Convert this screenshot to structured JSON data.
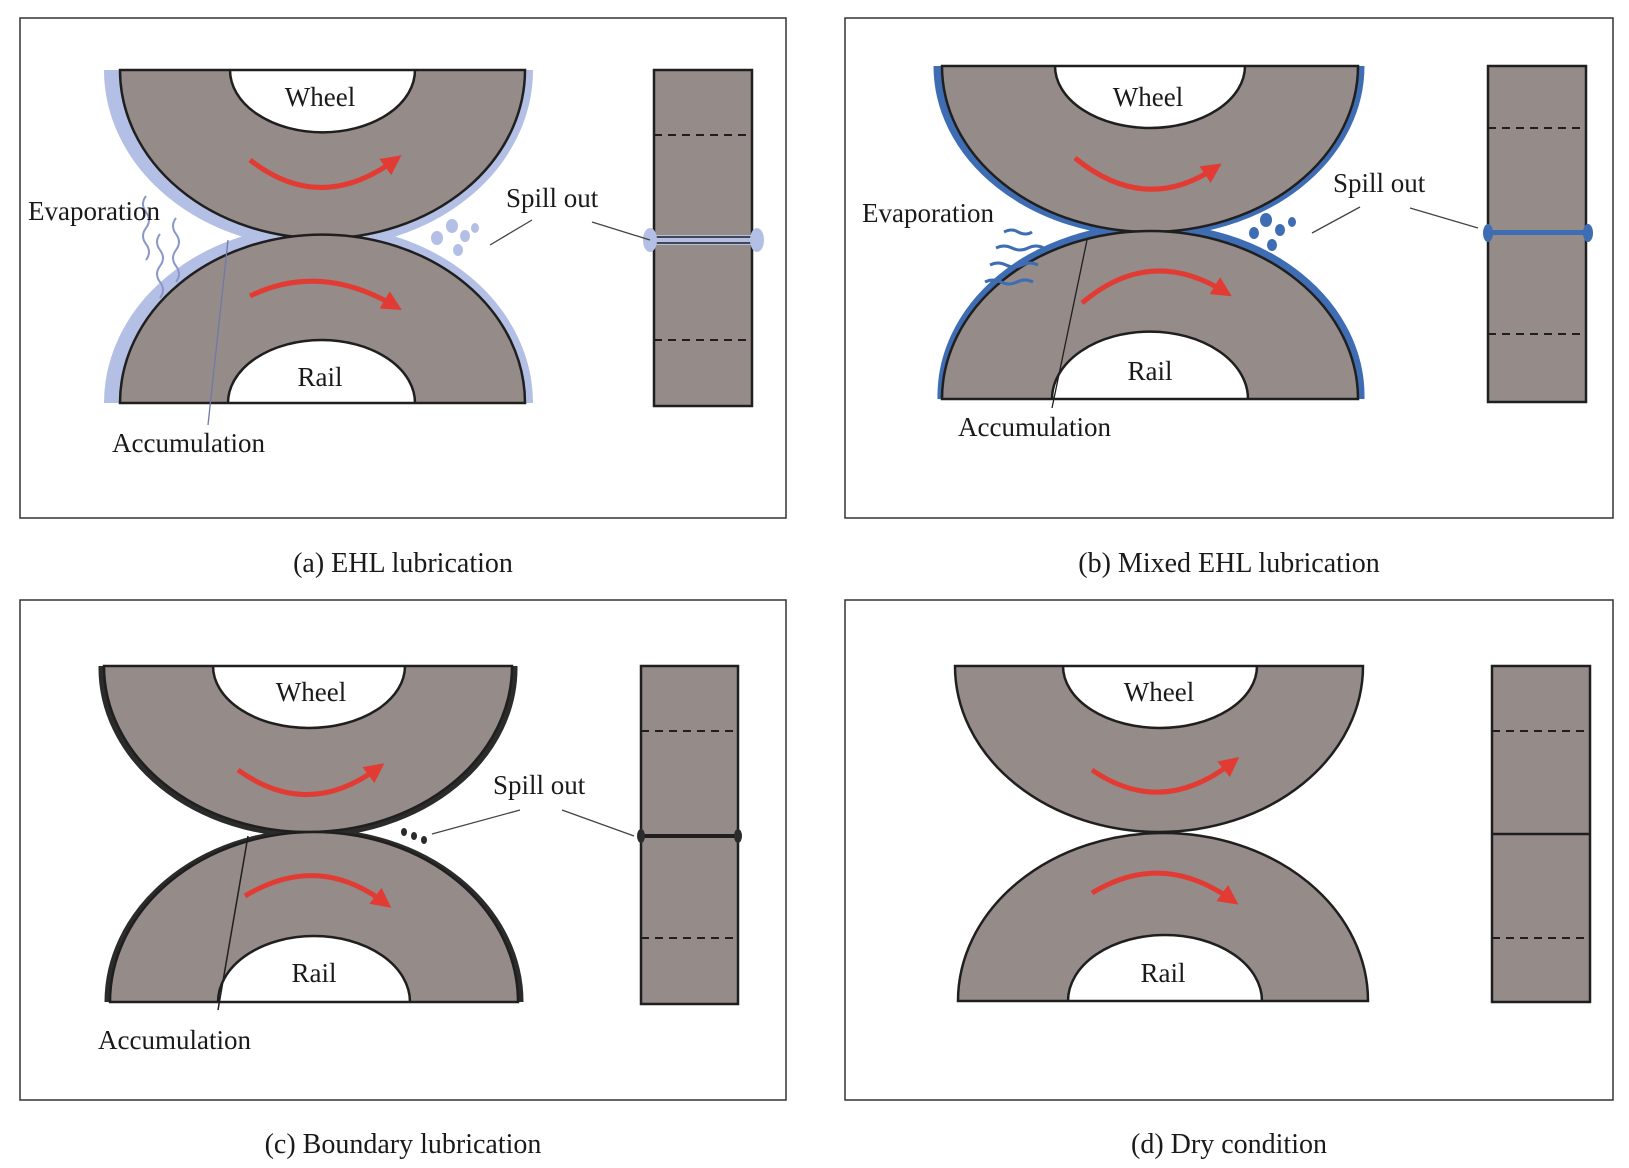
{
  "colors": {
    "steel": "#958b88",
    "outline": "#1f1f1f",
    "arrow": "#e23b33",
    "ehl_film": "#b3bfe4",
    "mixed_film": "#3f6db4",
    "boundary_film": "#2b2b2b",
    "frame": "#333333"
  },
  "panels": [
    {
      "id": "a",
      "caption": "(a) EHL lubrication",
      "wheel_label": "Wheel",
      "rail_label": "Rail",
      "evaporation_label": "Evaporation",
      "spill_label": "Spill out",
      "accumulation_label": "Accumulation"
    },
    {
      "id": "b",
      "caption": "(b) Mixed EHL lubrication",
      "wheel_label": "Wheel",
      "rail_label": "Rail",
      "evaporation_label": "Evaporation",
      "spill_label": "Spill out",
      "accumulation_label": "Accumulation"
    },
    {
      "id": "c",
      "caption": "(c) Boundary lubrication",
      "wheel_label": "Wheel",
      "rail_label": "Rail",
      "spill_label": "Spill out",
      "accumulation_label": "Accumulation"
    },
    {
      "id": "d",
      "caption": "(d) Dry condition",
      "wheel_label": "Wheel",
      "rail_label": "Rail"
    }
  ]
}
